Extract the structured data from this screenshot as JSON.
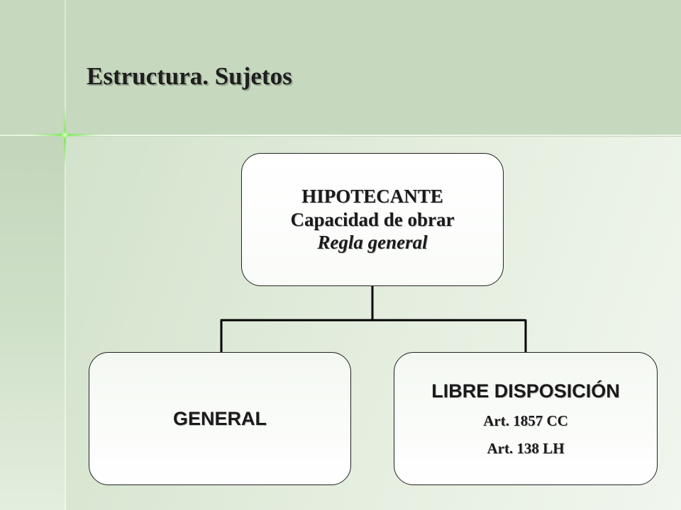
{
  "slide": {
    "title": "Estructura. Sujetos"
  },
  "diagram": {
    "root": {
      "line1": "HIPOTECANTE",
      "line2": "Capacidad de obrar",
      "line3": "Regla general"
    },
    "left_child": {
      "label": "GENERAL"
    },
    "right_child": {
      "title": "LIBRE DISPOSICIÓN",
      "ref1": "Art. 1857 CC",
      "ref2": "Art. 138 LH"
    }
  },
  "colors": {
    "background": "#c6d8be",
    "accent_spark": "#7ee85a",
    "node_border": "#222222",
    "node_fill": "#ffffff"
  }
}
